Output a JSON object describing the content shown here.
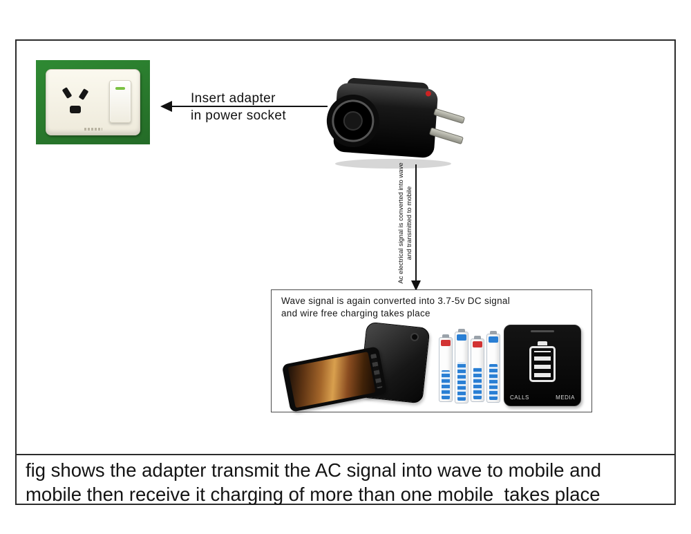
{
  "diagram": {
    "socket_arrow_label": {
      "line1": "Insert adapter",
      "line2": "in power socket"
    },
    "vertical_arrow_label": {
      "line1": "Ac electrical signal is converted into wave",
      "line2": "and transmitted to mobile"
    },
    "wave_box": {
      "title_line1": "Wave signal is again converted into 3.7-5v DC signal",
      "title_line2": "and wire free charging takes place"
    },
    "charging_device": {
      "calls_label": "CALLS",
      "media_label": "MEDIA"
    }
  },
  "caption": {
    "line1": "fig shows the adapter transmit the AC signal into wave to mobile and",
    "line2": "mobile then receive it charging of more than one mobile  takes place"
  },
  "icons": {
    "left_arrow": "left-arrow-icon",
    "down_arrow": "down-arrow-icon"
  },
  "colors": {
    "socket_background_green": "#2f8a33",
    "adapter_led_red": "#cc2222",
    "battery_level_blue": "#2a7fd4",
    "frame_border": "#2b2b2b"
  }
}
